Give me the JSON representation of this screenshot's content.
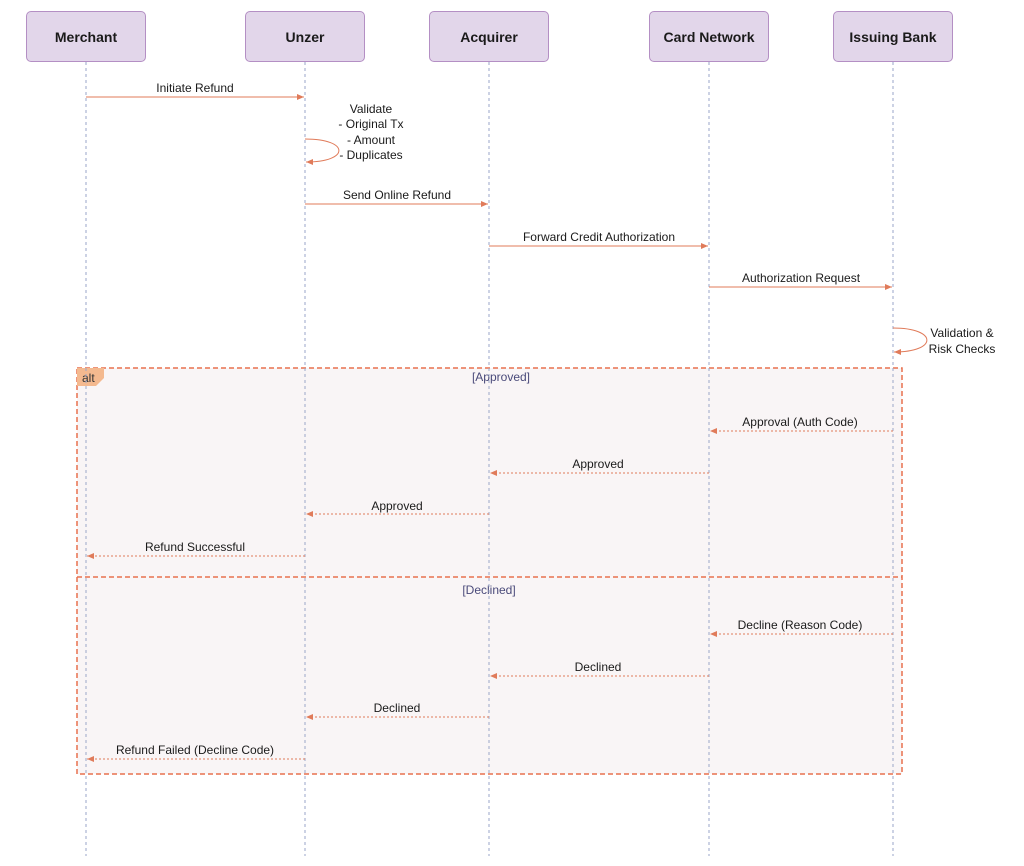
{
  "participants": [
    "Merchant",
    "Unzer",
    "Acquirer",
    "Card Network",
    "Issuing Bank"
  ],
  "messages": {
    "initiate_refund": "Initiate Refund",
    "validate": [
      "Validate",
      "- Original Tx",
      "- Amount",
      "- Duplicates"
    ],
    "send_online_refund": "Send Online Refund",
    "forward_credit_auth": "Forward Credit Authorization",
    "auth_request": "Authorization Request",
    "validation_risk": [
      "Validation &",
      "Risk Checks"
    ]
  },
  "alt_fragment": {
    "label": "alt",
    "approved_guard": "[Approved]",
    "declined_guard": "[Declined]"
  },
  "approved_flow": {
    "approval_auth_code": "Approval (Auth Code)",
    "approved_network": "Approved",
    "approved_acquirer": "Approved",
    "refund_successful": "Refund Successful"
  },
  "declined_flow": {
    "decline_reason_code": "Decline (Reason Code)",
    "declined_network": "Declined",
    "declined_acquirer": "Declined",
    "refund_failed": "Refund Failed (Decline Code)"
  },
  "colors": {
    "participant_fill": "#e2d6ea",
    "participant_border": "#b48fc4",
    "lifeline": "#9aa6c8",
    "arrow": "#e07b5a",
    "fragment_border": "#e8714f",
    "fragment_fill": "#f9f5f6",
    "alt_tab": "#f4b98f",
    "guard_text": "#4a4a7a"
  }
}
